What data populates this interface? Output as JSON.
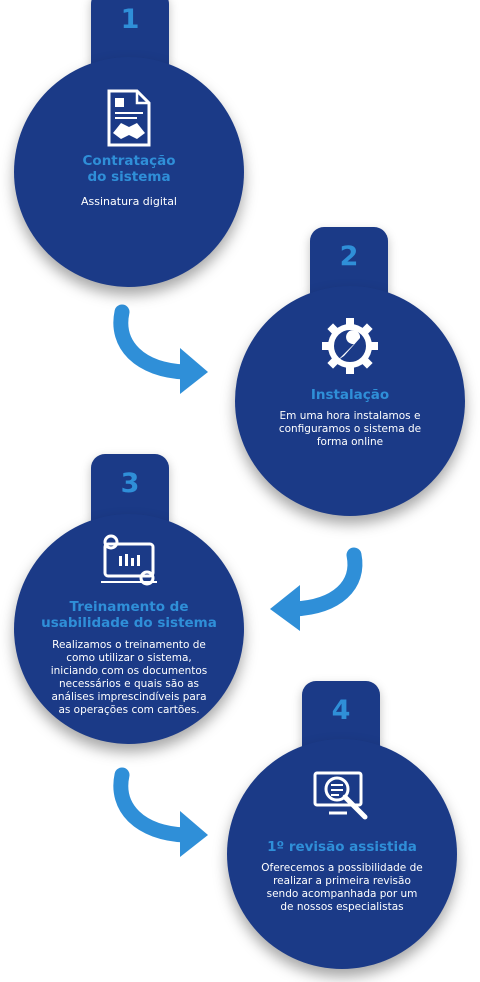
{
  "steps": [
    {
      "number": "1",
      "title": "Contratação\ndo sistema",
      "description": "Assinatura digital",
      "icon": "contract-handshake-icon"
    },
    {
      "number": "2",
      "title": "Instalação",
      "description": "Em uma hora instalamos e configuramos o sistema de forma online",
      "icon": "gear-wrench-icon"
    },
    {
      "number": "3",
      "title": "Treinamento de\nusabilidade do sistema",
      "description": "Realizamos o treinamento de como utilizar o sistema, iniciando com os documentos necessários e quais são as análises imprescindíveis para as operações com cartões.",
      "icon": "training-gears-icon"
    },
    {
      "number": "4",
      "title": "1º revisão assistida",
      "description": "Oferecemos a possibilidade de realizar a primeira revisão sendo acompanhada por um de nossos especialistas",
      "icon": "magnifier-monitor-icon"
    }
  ],
  "colors": {
    "navy": "#1b3a87",
    "accent": "#2f8fd8"
  }
}
